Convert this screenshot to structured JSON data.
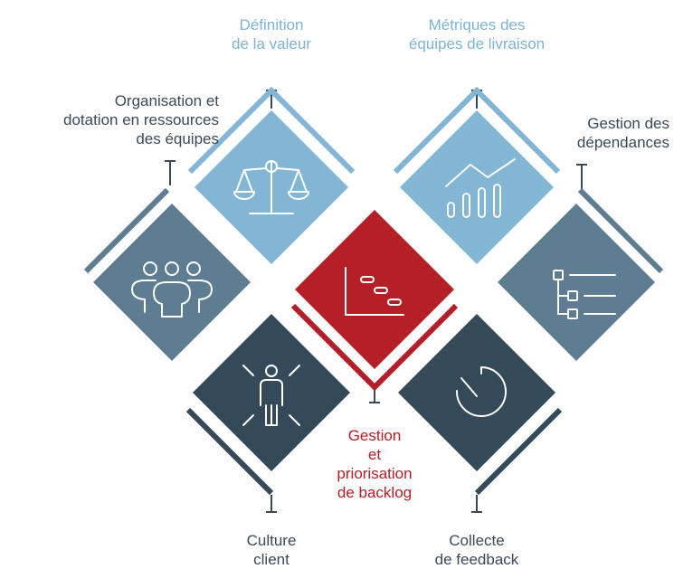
{
  "colors": {
    "light_blue": "#82b6d4",
    "steel_blue": "#5e7d92",
    "dark_slate": "#344a58",
    "red": "#b52028",
    "connector": "#3a4a58",
    "icon_stroke": "#ffffff"
  },
  "items": [
    {
      "id": "definition-valeur",
      "icon": "scales-icon",
      "color": "light_blue",
      "label": [
        "Définition",
        "de la valeur"
      ]
    },
    {
      "id": "metriques-equipes",
      "icon": "chart-trend-icon",
      "color": "light_blue",
      "label": [
        "Métriques des",
        "équipes de livraison"
      ]
    },
    {
      "id": "organisation-equipes",
      "icon": "team-icon",
      "color": "steel_blue",
      "label": [
        "Organisation et",
        "dotation en ressources",
        "des équipes"
      ]
    },
    {
      "id": "gestion-dependances",
      "icon": "hierarchy-icon",
      "color": "steel_blue",
      "label": [
        "Gestion des",
        "dépendances"
      ]
    },
    {
      "id": "gestion-backlog",
      "icon": "gantt-icon",
      "color": "red",
      "label": [
        "Gestion",
        "et",
        "priorisation",
        "de backlog"
      ]
    },
    {
      "id": "culture-client",
      "icon": "person-radiant-icon",
      "color": "dark_slate",
      "label": [
        "Culture",
        "client"
      ]
    },
    {
      "id": "collecte-feedback",
      "icon": "timer-icon",
      "color": "dark_slate",
      "label": [
        "Collecte",
        "de feedback"
      ]
    }
  ]
}
